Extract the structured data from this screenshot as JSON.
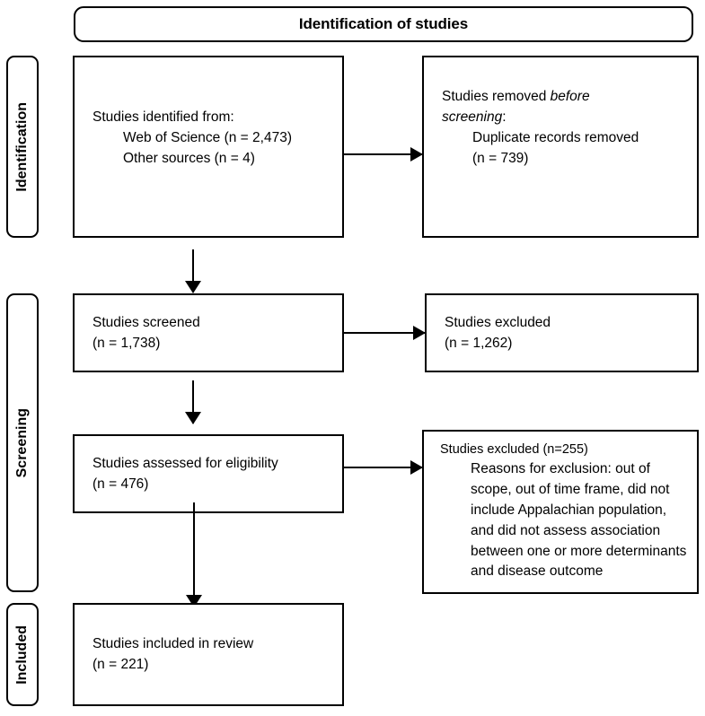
{
  "header": {
    "title": "Identification of studies"
  },
  "stages": [
    {
      "name": "identification",
      "label": "Identification"
    },
    {
      "name": "screening",
      "label": "Screening"
    },
    {
      "name": "included",
      "label": "Included"
    }
  ],
  "boxes": {
    "identified": {
      "line1": "Studies identified from:",
      "line2": "Web of Science (n = 2,473)",
      "line3": "Other sources (n = 4)"
    },
    "removed": {
      "lead": "Studies removed ",
      "emphasis": "before screening",
      "lead_tail": ":",
      "line2": "Duplicate records removed",
      "line3": "(n = 739)"
    },
    "screened": {
      "line1": "Studies screened",
      "line2": "(n = 1,738)"
    },
    "excluded_screening": {
      "line1": "Studies excluded",
      "line2": "(n = 1,262)"
    },
    "eligibility": {
      "line1": "Studies assessed for eligibility",
      "line2": "(n = 476)"
    },
    "excluded_eligibility": {
      "line1": "Studies excluded (n=255)",
      "reasons": "Reasons for exclusion: out of scope, out of time frame, did not include Appalachian population, and did not assess association between one or more determinants and disease outcome"
    },
    "included": {
      "line1": "Studies included in review",
      "line2": "(n = 221)"
    }
  },
  "connectors": [
    {
      "name": "identified-to-removed",
      "direction": "right"
    },
    {
      "name": "identified-to-screened",
      "direction": "down"
    },
    {
      "name": "screened-to-excluded",
      "direction": "right"
    },
    {
      "name": "screened-to-eligibility",
      "direction": "down"
    },
    {
      "name": "eligibility-to-excluded",
      "direction": "right"
    },
    {
      "name": "eligibility-to-included",
      "direction": "down"
    }
  ],
  "colors": {
    "stroke": "#000000",
    "background": "#ffffff",
    "text": "#000000"
  }
}
